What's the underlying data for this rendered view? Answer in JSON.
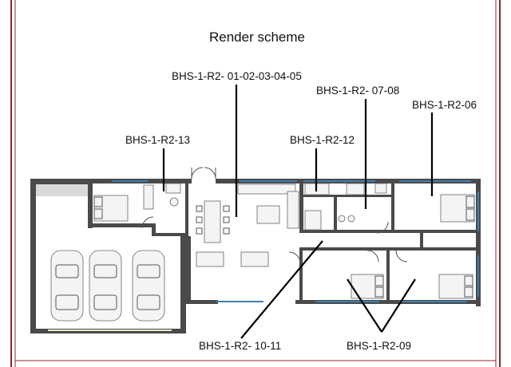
{
  "colors": {
    "frame": "#8b2a2a",
    "wall": "#4a4a4a",
    "window": "#3d7fb0",
    "leader": "#000000"
  },
  "title": "Render scheme",
  "callouts": {
    "living": "BHS-1-R2-  01-02-03-04-05",
    "bath_laundry": "BHS-1-R2-  07-08",
    "bedroom_ne": "BHS-1-R2-06",
    "ensuite_w": "BHS-1-R2-13",
    "bath_mid": "BHS-1-R2-12",
    "hallway": "BHS-1-R2-  10-11",
    "bedrooms_s": "BHS-1-R2-09"
  }
}
